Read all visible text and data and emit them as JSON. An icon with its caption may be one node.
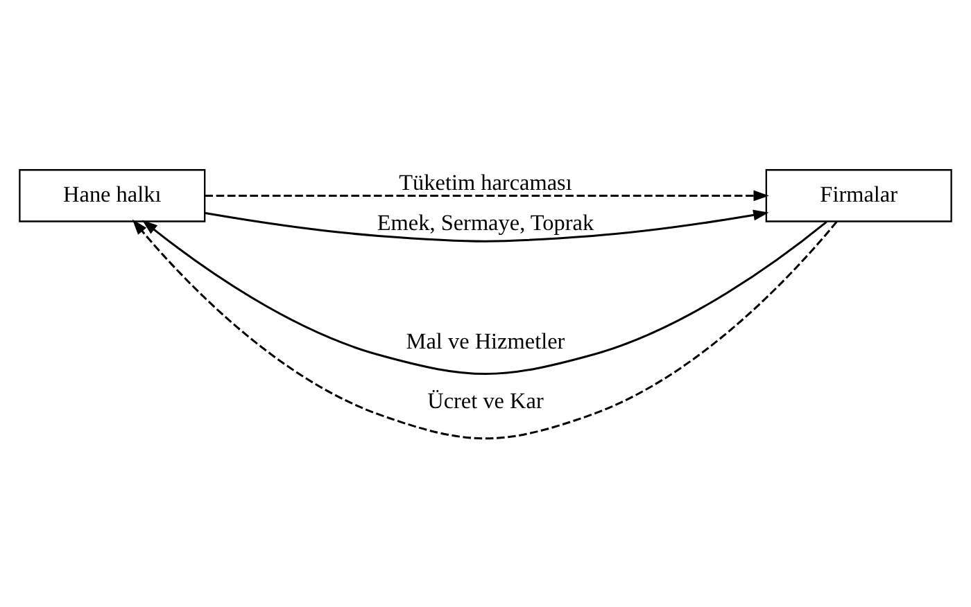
{
  "diagram": {
    "nodes": [
      {
        "text": [
          "Hane halkı"
        ]
      },
      {
        "text": [
          "Firmalar"
        ]
      }
    ],
    "edges": [
      {
        "from": 0,
        "to": 1,
        "arrow": "to",
        "label": "Tüketim harcaması",
        "style": "dashed"
      },
      {
        "from": 1,
        "to": 0,
        "arrow": "to",
        "label": "Mal ve Hizmetler"
      },
      {
        "from": 0,
        "to": 1,
        "arrow": "to",
        "label": "Emek, Sermaye, Toprak"
      },
      {
        "from": 1,
        "to": 0,
        "arrow": "to",
        "label": "Ücret ve Kar",
        "style": "dashed"
      }
    ]
  }
}
